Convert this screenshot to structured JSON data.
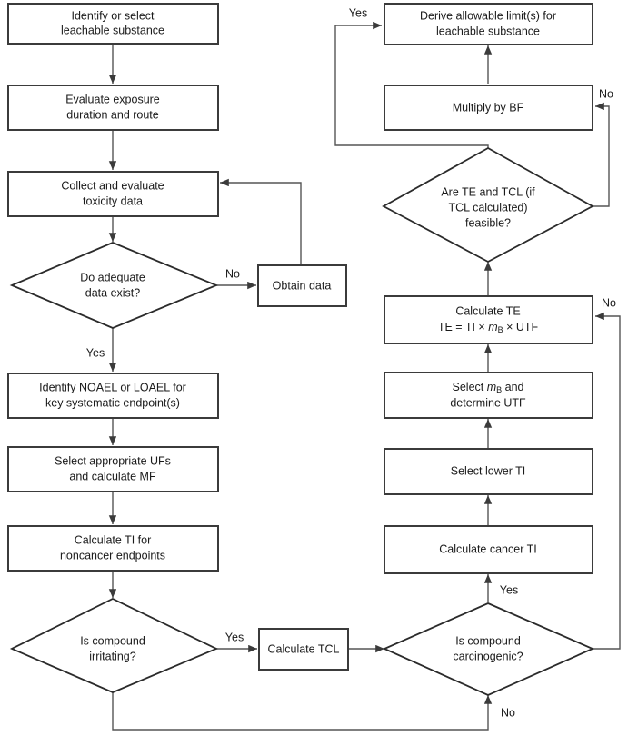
{
  "diagram": {
    "title": "Leachable substance allowable limit derivation flowchart",
    "colors": {
      "background": "#ffffff",
      "box_stroke": "#3b3b3b",
      "diamond_stroke": "#2b2b2b",
      "connector_stroke": "#555555",
      "text": "#1a1a1a"
    },
    "nodes": {
      "identify_substance": {
        "shape": "process",
        "lines": [
          "Identify or select",
          "leachable substance"
        ]
      },
      "evaluate_exposure": {
        "shape": "process",
        "lines": [
          "Evaluate exposure",
          "duration and route"
        ]
      },
      "collect_toxicity": {
        "shape": "process",
        "lines": [
          "Collect and evaluate",
          "toxicity data"
        ]
      },
      "adequate_data": {
        "shape": "decision",
        "lines": [
          "Do adequate",
          "data exist?"
        ]
      },
      "obtain_data": {
        "shape": "process",
        "lines": [
          "Obtain data"
        ]
      },
      "identify_noael": {
        "shape": "process",
        "lines": [
          "Identify NOAEL or LOAEL for",
          "key systematic endpoint(s)"
        ]
      },
      "select_ufs": {
        "shape": "process",
        "lines": [
          "Select appropriate UFs",
          "and calculate MF"
        ]
      },
      "calculate_ti": {
        "shape": "process",
        "lines": [
          "Calculate TI for",
          "noncancer endpoints"
        ]
      },
      "is_irritating": {
        "shape": "decision",
        "lines": [
          "Is compound",
          "irritating?"
        ]
      },
      "calculate_tcl": {
        "shape": "process",
        "lines": [
          "Calculate TCL"
        ]
      },
      "is_carcinogenic": {
        "shape": "decision",
        "lines": [
          "Is compound",
          "carcinogenic?"
        ]
      },
      "calculate_cancer_ti": {
        "shape": "process",
        "lines": [
          "Calculate cancer TI"
        ]
      },
      "select_lower_ti": {
        "shape": "process",
        "lines": [
          "Select lower TI"
        ]
      },
      "select_mb": {
        "shape": "process",
        "lines": [
          "Select mB and",
          "determine UTF"
        ],
        "line1_pre": "Select ",
        "line1_italic": "m",
        "line1_sub": "B",
        "line1_post": " and",
        "line2": "determine UTF"
      },
      "calculate_te": {
        "shape": "process",
        "lines": [
          "Calculate TE",
          "TE = TI × mB × UTF"
        ],
        "line1": "Calculate TE",
        "line2_pre": "TE = TI × ",
        "line2_italic": "m",
        "line2_sub": "B",
        "line2_post": " × UTF"
      },
      "te_tcl_feasible": {
        "shape": "decision",
        "lines": [
          "Are TE and TCL (if",
          "TCL calculated)",
          "feasible?"
        ]
      },
      "multiply_bf": {
        "shape": "process",
        "lines": [
          "Multiply by BF"
        ]
      },
      "derive_limits": {
        "shape": "process",
        "lines": [
          "Derive allowable limit(s) for",
          "leachable substance"
        ]
      }
    },
    "edge_labels": {
      "adequate_data_no": "No",
      "adequate_data_yes": "Yes",
      "irritating_yes": "Yes",
      "carcinogenic_yes": "Yes",
      "carcinogenic_no": "No",
      "feasible_yes": "Yes",
      "feasible_no": "No",
      "te_no": "No"
    }
  }
}
